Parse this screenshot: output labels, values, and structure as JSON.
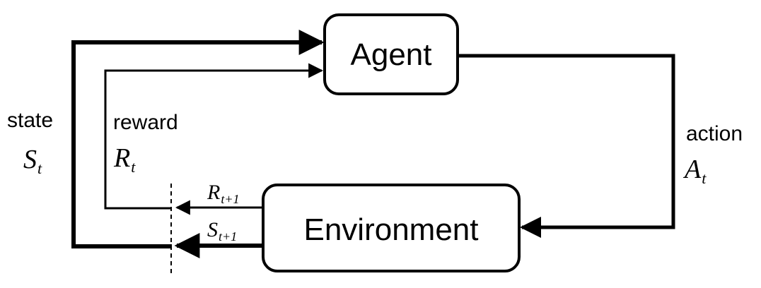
{
  "agent": {
    "label": "Agent"
  },
  "environment": {
    "label": "Environment"
  },
  "state": {
    "label": "state",
    "symbol": "S",
    "subscript": "t"
  },
  "reward": {
    "label": "reward",
    "symbol": "R",
    "subscript": "t"
  },
  "action": {
    "label": "action",
    "symbol": "A",
    "subscript": "t"
  },
  "next_reward": {
    "symbol": "R",
    "subscript": "t+1"
  },
  "next_state": {
    "symbol": "S",
    "subscript": "t+1"
  }
}
